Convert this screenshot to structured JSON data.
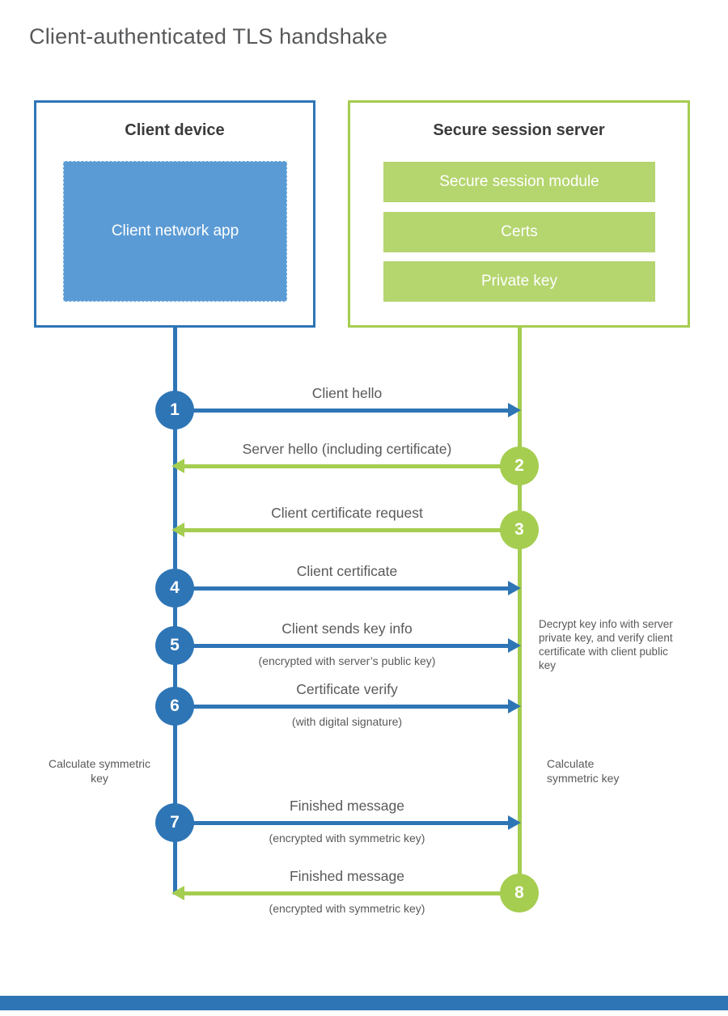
{
  "title": "Client-authenticated TLS handshake",
  "colors": {
    "blue": "#2e75b6",
    "blue_fill": "#5b9bd5",
    "green": "#a5cd50",
    "green_fill": "#b5d56f",
    "text_gray": "#595959",
    "footer": "#2e75b6"
  },
  "client": {
    "title": "Client device",
    "app_label": "Client network app"
  },
  "server": {
    "title": "Secure session server",
    "modules": [
      "Secure session module",
      "Certs",
      "Private key"
    ]
  },
  "messages": [
    {
      "num": "1",
      "label": "Client hello",
      "sublabel": "",
      "direction": "right",
      "color": "blue"
    },
    {
      "num": "2",
      "label": "Server hello (including certificate)",
      "sublabel": "",
      "direction": "left",
      "color": "green"
    },
    {
      "num": "3",
      "label": "Client certificate request",
      "sublabel": "",
      "direction": "left",
      "color": "green"
    },
    {
      "num": "4",
      "label": "Client certificate",
      "sublabel": "",
      "direction": "right",
      "color": "blue"
    },
    {
      "num": "5",
      "label": "Client sends key info",
      "sublabel": "(encrypted with server’s public key)",
      "direction": "right",
      "color": "blue"
    },
    {
      "num": "6",
      "label": "Certificate verify",
      "sublabel": "(with digital signature)",
      "direction": "right",
      "color": "blue"
    },
    {
      "num": "7",
      "label": "Finished message",
      "sublabel": "(encrypted with symmetric key)",
      "direction": "right",
      "color": "blue"
    },
    {
      "num": "8",
      "label": "Finished message",
      "sublabel": "(encrypted with symmetric key)",
      "direction": "left",
      "color": "green"
    }
  ],
  "notes": {
    "decrypt": "Decrypt key info with server private key, and verify client certificate with client public key",
    "calc_left": "Calculate symmetric key",
    "calc_right": "Calculate symmetric key"
  }
}
